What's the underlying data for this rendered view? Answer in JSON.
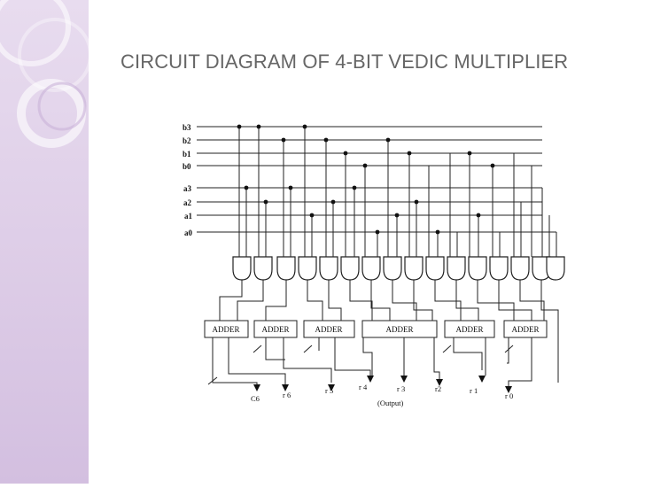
{
  "slide": {
    "title": "CIRCUIT DIAGRAM OF 4-BIT VEDIC MULTIPLIER"
  },
  "diagram": {
    "b_inputs": [
      "b3",
      "b2",
      "b1",
      "b0"
    ],
    "a_inputs": [
      "a3",
      "a2",
      "a1",
      "a0"
    ],
    "adders": [
      "ADDER",
      "ADDER",
      "ADDER",
      "ADDER",
      "ADDER",
      "ADDER"
    ],
    "outputs": {
      "c6": "C6",
      "r6": "r 6",
      "r5": "r 5",
      "r4": "r 4",
      "r3": "r 3",
      "r2": "r2",
      "r1": "r 1",
      "r0": "r 0",
      "output_label": "(Output)"
    }
  }
}
